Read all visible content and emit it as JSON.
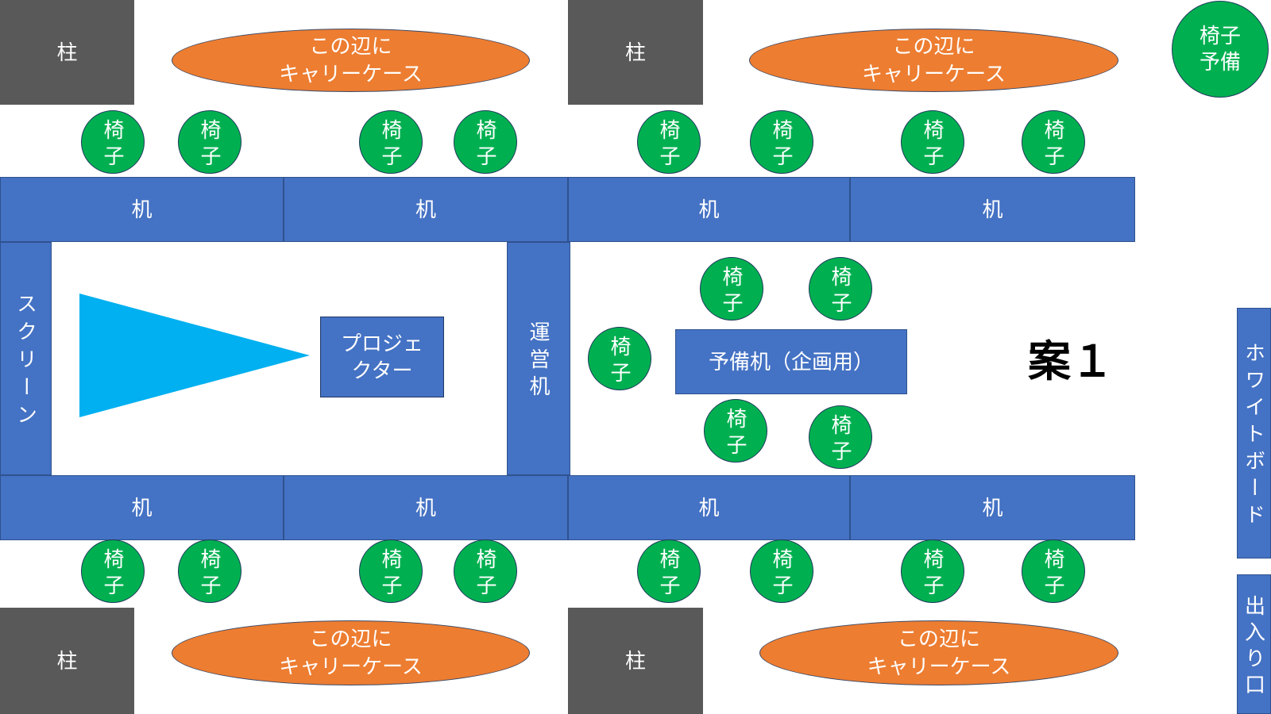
{
  "colors": {
    "pillar": "#595959",
    "luggage": "#ED7D31",
    "chair": "#00B050",
    "desk": "#4472C4",
    "projector_beam": "#00B0F0",
    "outline": "#2F528F",
    "text": "#FFFFFF",
    "plan_label": "#000000"
  },
  "plan_label": "案１",
  "pillars": [
    {
      "label": "柱"
    },
    {
      "label": "柱"
    },
    {
      "label": "柱"
    },
    {
      "label": "柱"
    }
  ],
  "luggage_areas": [
    {
      "lines": [
        "この辺に",
        "キャリーケース"
      ]
    },
    {
      "lines": [
        "この辺に",
        "キャリーケース"
      ]
    },
    {
      "lines": [
        "この辺に",
        "キャリーケース"
      ]
    },
    {
      "lines": [
        "この辺に",
        "キャリーケース"
      ]
    }
  ],
  "spare_chairs": {
    "lines": [
      "椅子",
      "予備"
    ]
  },
  "desks": {
    "top": [
      "机",
      "机",
      "机",
      "机"
    ],
    "bottom": [
      "机",
      "机",
      "机",
      "机"
    ]
  },
  "chairs": {
    "top": [
      "椅子",
      "椅子",
      "椅子",
      "椅子",
      "椅子",
      "椅子",
      "椅子",
      "椅子"
    ],
    "bottom": [
      "椅子",
      "椅子",
      "椅子",
      "椅子",
      "椅子",
      "椅子",
      "椅子",
      "椅子"
    ],
    "spare_desk": [
      "椅子",
      "椅子",
      "椅子",
      "椅子",
      "椅子"
    ]
  },
  "screen": {
    "label": "スクリーン"
  },
  "projector": {
    "lines": [
      "プロジェ",
      "クター"
    ]
  },
  "operations_desk": {
    "label": "運営机"
  },
  "spare_desk": {
    "label": "予備机（企画用）"
  },
  "whiteboard": {
    "label": "ホワイトボード"
  },
  "entrance": {
    "label": "出入り口"
  }
}
